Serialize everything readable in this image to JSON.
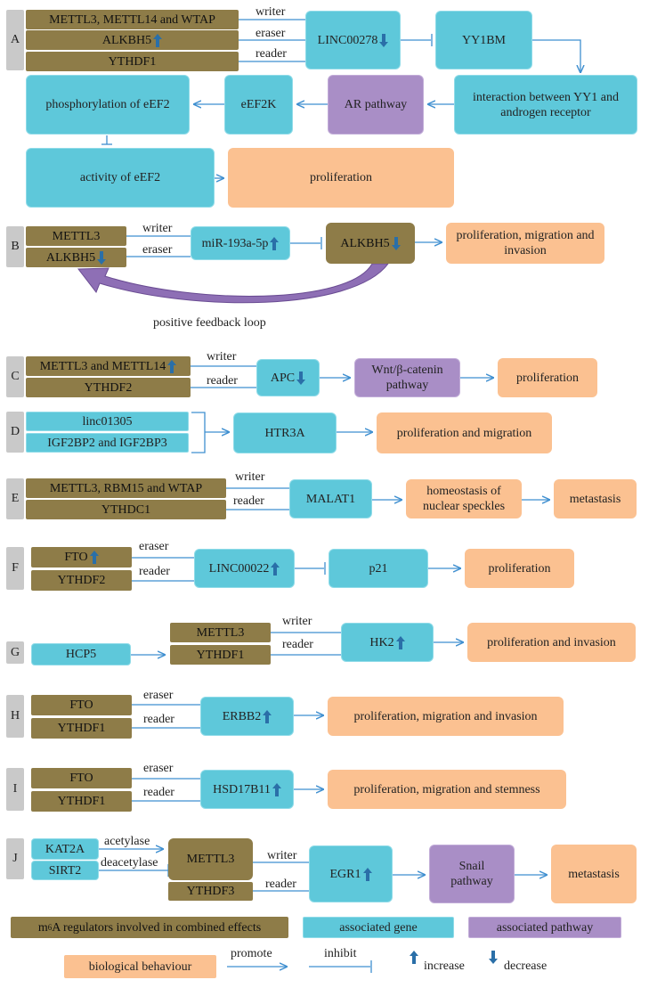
{
  "sections": {
    "A": "A",
    "B": "B",
    "C": "C",
    "D": "D",
    "E": "E",
    "F": "F",
    "G": "G",
    "H": "H",
    "I": "I",
    "J": "J"
  },
  "a": {
    "reg1": "METTL3, METTL14 and WTAP",
    "reg2": "ALKBH5",
    "reg3": "YTHDF1",
    "lbl_writer": "writer",
    "lbl_eraser": "eraser",
    "lbl_reader": "reader",
    "linc": "LINC00278",
    "yy1bm": "YY1BM",
    "interaction": "interaction between YY1 and androgen receptor",
    "ar": "AR pathway",
    "eef2k": "eEF2K",
    "phos": "phosphorylation of eEF2",
    "activity": "activity of eEF2",
    "prolif": "proliferation"
  },
  "b": {
    "reg1": "METTL3",
    "reg2": "ALKBH5",
    "lbl_writer": "writer",
    "lbl_eraser": "eraser",
    "mir": "miR-193a-5p",
    "alkbh5": "ALKBH5",
    "beh": "proliferation, migration and invasion",
    "loop": "positive feedback loop"
  },
  "c": {
    "reg1": "METTL3 and METTL14",
    "reg2": "YTHDF2",
    "lbl_writer": "writer",
    "lbl_reader": "reader",
    "apc": "APC",
    "wnt": "Wnt/β-catenin pathway",
    "beh": "proliferation"
  },
  "d": {
    "g1": "linc01305",
    "g2": "IGF2BP2 and IGF2BP3",
    "htr": "HTR3A",
    "beh": "proliferation and migration"
  },
  "e": {
    "reg1": "METTL3, RBM15 and WTAP",
    "reg2": "YTHDC1",
    "lbl_writer": "writer",
    "lbl_reader": "reader",
    "malat": "MALAT1",
    "homeo": "homeostasis of nuclear speckles",
    "beh": "metastasis"
  },
  "f": {
    "reg1": "FTO",
    "reg2": "YTHDF2",
    "lbl_eraser": "eraser",
    "lbl_reader": "reader",
    "linc": "LINC00022",
    "p21": "p21",
    "beh": "proliferation"
  },
  "g": {
    "hcp5": "HCP5",
    "reg1": "METTL3",
    "reg2": "YTHDF1",
    "lbl_writer": "writer",
    "lbl_reader": "reader",
    "hk2": "HK2",
    "beh": "proliferation and invasion"
  },
  "h": {
    "reg1": "FTO",
    "reg2": "YTHDF1",
    "lbl_eraser": "eraser",
    "lbl_reader": "reader",
    "erbb2": "ERBB2",
    "beh": "proliferation, migration and invasion"
  },
  "i": {
    "reg1": "FTO",
    "reg2": "YTHDF1",
    "lbl_eraser": "eraser",
    "lbl_reader": "reader",
    "hsd": "HSD17B11",
    "beh": "proliferation, migration and stemness"
  },
  "j": {
    "kat2a": "KAT2A",
    "sirt2": "SIRT2",
    "lbl_acet": "acetylase",
    "lbl_deacet": "deacetylase",
    "mettl3": "METTL3",
    "ythdf3": "YTHDF3",
    "lbl_writer": "writer",
    "lbl_reader": "reader",
    "egr1": "EGR1",
    "snail": "Snail pathway",
    "beh": "metastasis"
  },
  "legend": {
    "reg_pre": "m",
    "reg_sup": "6",
    "reg_post": "A regulators involved in combined effects",
    "gene": "associated gene",
    "pathway": "associated pathway",
    "beh": "biological behaviour",
    "promote": "promote",
    "inhibit": "inhibit",
    "increase": "increase",
    "decrease": "decrease"
  },
  "colors": {
    "regulator": "#8e7c48",
    "gene": "#5ec8da",
    "pathway": "#a98ec6",
    "behaviour": "#fbc191",
    "line": "#3f8fd0",
    "arrow_icon": "#2a6fa8"
  }
}
